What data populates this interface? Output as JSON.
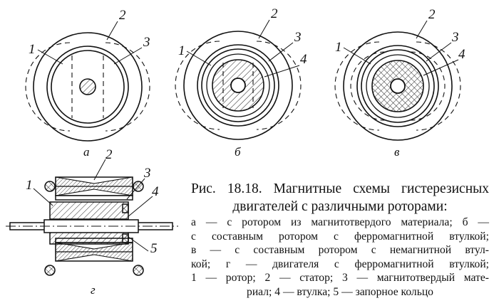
{
  "figure": {
    "views": [
      {
        "sub": "а",
        "labels": [
          "1",
          "2",
          "3"
        ]
      },
      {
        "sub": "б",
        "labels": [
          "1",
          "2",
          "3",
          "4"
        ]
      },
      {
        "sub": "в",
        "labels": [
          "1",
          "2",
          "3",
          "4"
        ]
      },
      {
        "sub": "г",
        "labels": [
          "1",
          "2",
          "3",
          "4",
          "5"
        ]
      }
    ]
  },
  "caption": {
    "title_lines": [
      "Рис. 18.18. Магнитные схемы гистерезисных",
      "двигателей с различными роторами:"
    ],
    "lines": [
      "а — с ротором из магнитотвердого материала; б —",
      "с составным ротором с ферромагнитной втулкой;",
      "в — с составным ротором с немагнитной втул-",
      "кой; г — двигателя с ферромагнитной втулкой;",
      "1 — ротор; 2 — статор; 3 — магнитотвердый мате-",
      "риал; 4 — втулка; 5 — запорное кольцо"
    ]
  }
}
